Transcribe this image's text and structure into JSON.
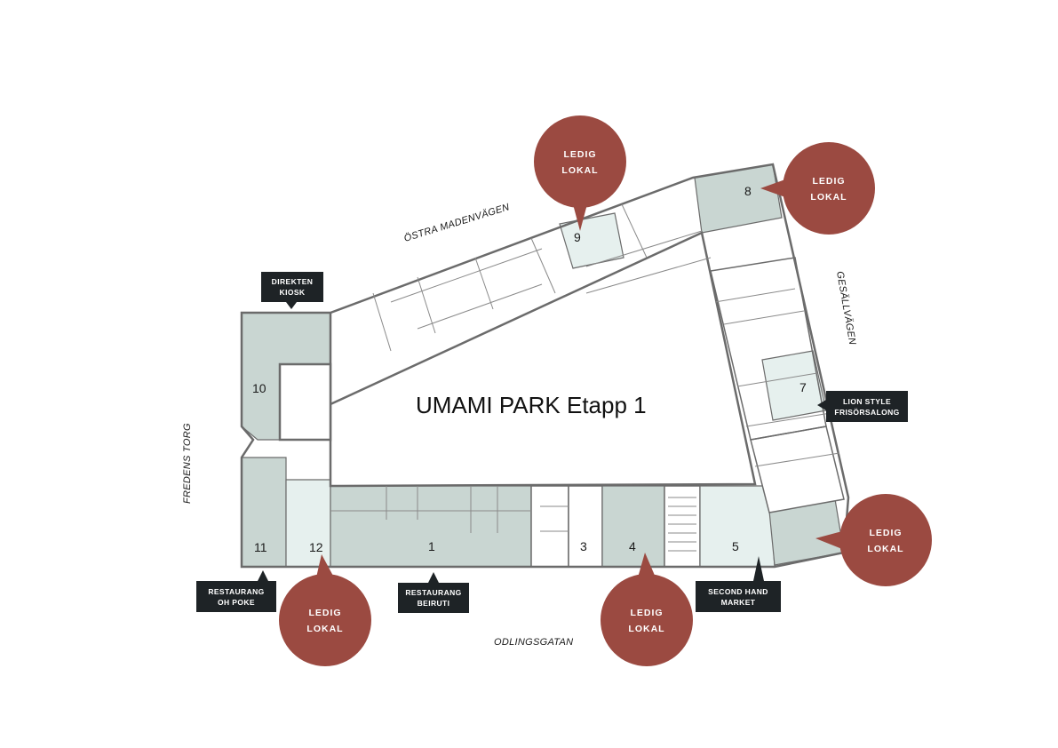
{
  "title": "UMAMI PARK Etapp 1",
  "streets": {
    "north": "ÖSTRA MADENVÄGEN",
    "east": "GESÄLLVÄGEN",
    "west": "FREDENS TORG",
    "south": "ODLINGSGATAN"
  },
  "units": [
    {
      "id": "1",
      "label": "1",
      "status": "occupied"
    },
    {
      "id": "3",
      "label": "3",
      "status": "other"
    },
    {
      "id": "4",
      "label": "4",
      "status": "available"
    },
    {
      "id": "5",
      "label": "5",
      "status": "occupied"
    },
    {
      "id": "7",
      "label": "7",
      "status": "occupied"
    },
    {
      "id": "8",
      "label": "8",
      "status": "available"
    },
    {
      "id": "9",
      "label": "9",
      "status": "available"
    },
    {
      "id": "10",
      "label": "10",
      "status": "occupied"
    },
    {
      "id": "11",
      "label": "11",
      "status": "occupied"
    },
    {
      "id": "12",
      "label": "12",
      "status": "available"
    }
  ],
  "tenant_labels": {
    "direkten": [
      "DIREKTEN",
      "KIOSK"
    ],
    "lion": [
      "LION STYLE",
      "FRISÖRSALONG"
    ],
    "oh_poke": [
      "RESTAURANG",
      "OH POKE"
    ],
    "beiruti": [
      "RESTAURANG",
      "BEIRUTI"
    ],
    "second_hand": [
      "SECOND HAND",
      "MARKET"
    ]
  },
  "vacancy_bubble": [
    "LEDIG",
    "LOKAL"
  ],
  "colors": {
    "occupied_fill": "#c9d6d2",
    "available_fill": "#e6f0ee",
    "bubble": "#9b4a41",
    "label_box": "#1e2326",
    "walls": "#6b6b6b"
  }
}
